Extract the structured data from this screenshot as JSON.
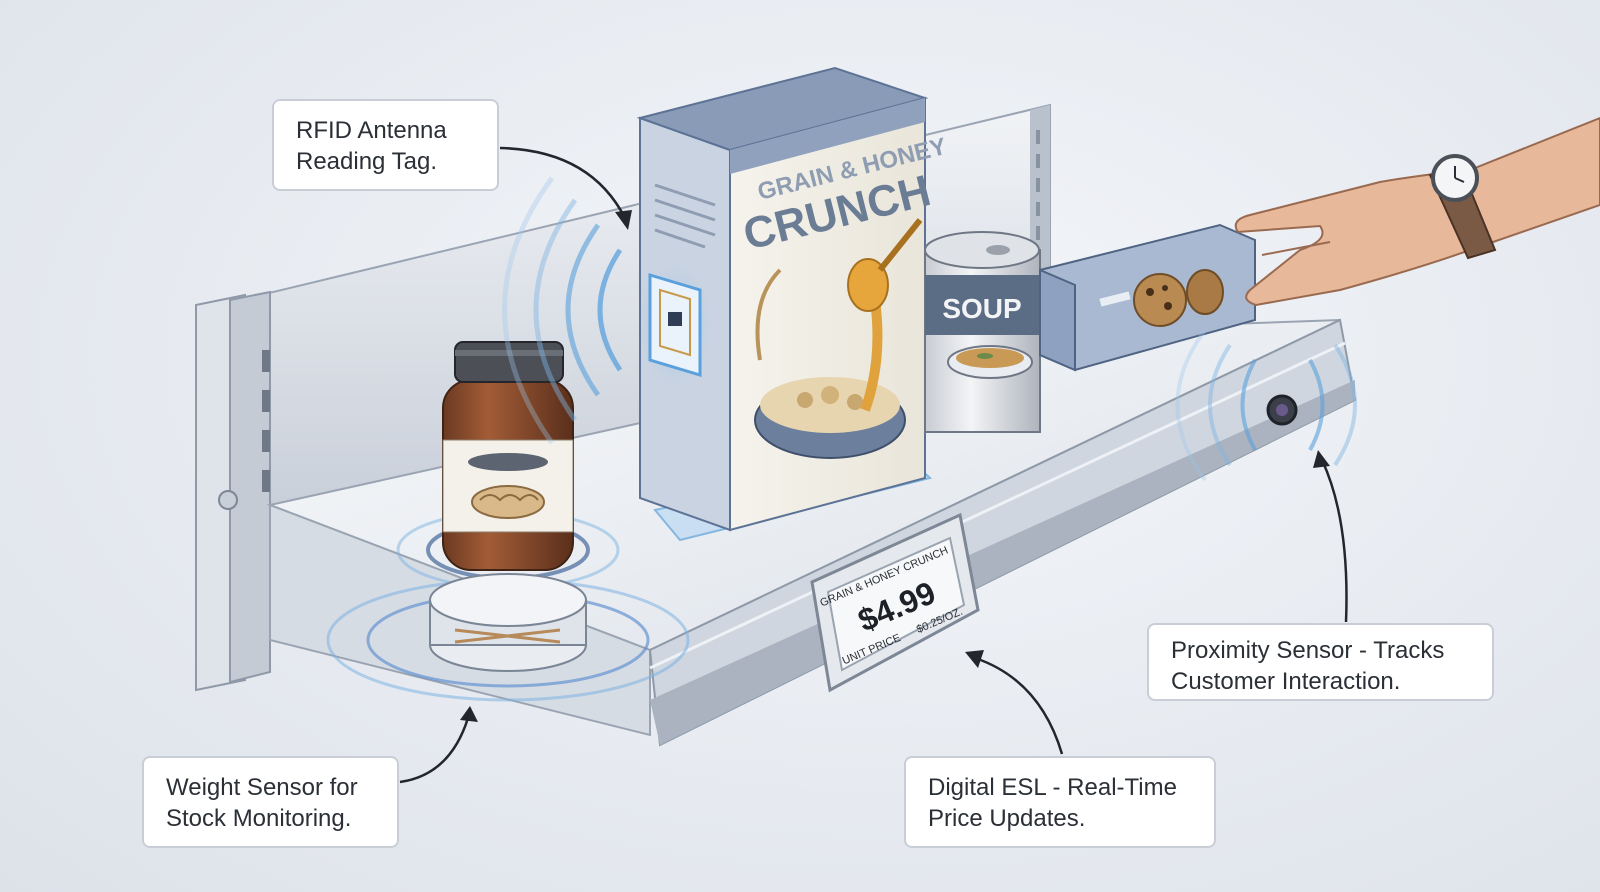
{
  "callouts": {
    "rfid": {
      "line1": "RFID Antenna",
      "line2": "Reading Tag."
    },
    "weight": {
      "line1": "Weight Sensor for",
      "line2": "Stock Monitoring."
    },
    "esl": {
      "line1": "Digital ESL - Real-Time",
      "line2": "Price Updates."
    },
    "proximity": {
      "line1": "Proximity Sensor - Tracks",
      "line2": "Customer Interaction."
    }
  },
  "cereal_box": {
    "line1": "GRAIN & HONEY",
    "line2": "CRUNCH"
  },
  "can": {
    "label": "SOUP"
  },
  "esl_display": {
    "product": "GRAIN & HONEY CRUNCH",
    "price": "$4.99",
    "unit_label": "UNIT PRICE",
    "unit_price": "$0.25/OZ."
  },
  "colors": {
    "signal_blue": "#5aa0dc",
    "box_blue": "#5d7396",
    "shelf_metal": "#c7ced8",
    "callout_border": "#c9ced6"
  },
  "icons": [
    "rfid-tag-icon",
    "signal-wave-icon",
    "proximity-sensor-icon",
    "wristwatch-icon"
  ]
}
